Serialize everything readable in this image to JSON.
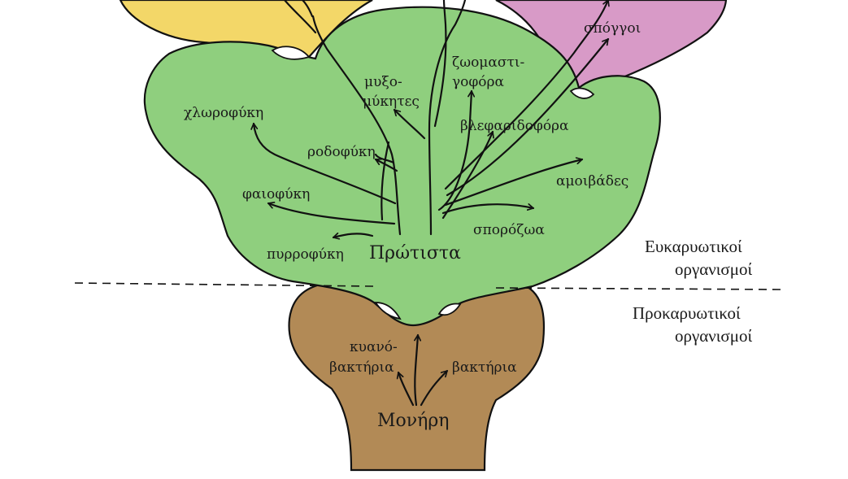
{
  "colors": {
    "prokaryote_region": "#b28a56",
    "protist_region": "#8fcf7e",
    "yellow_region": "#f3d768",
    "pink_region": "#d89ac7",
    "outline": "#111111"
  },
  "labels": {
    "monera": "Μονήρη",
    "cyanobacteria_line1": "κυανό-",
    "cyanobacteria_line2": "βακτήρια",
    "bacteria": "βακτήρια",
    "protista": "Πρώτιστα",
    "pyrrophyta": "πυρροφύκη",
    "phaeophyta": "φαιοφύκη",
    "rhodophyta": "ροδοφύκη",
    "chlorophyta": "χλωροφύκη",
    "myxomycetes_line1": "μυξο-",
    "myxomycetes_line2": "μύκητες",
    "zoomastigophora_line1": "ζωομαστι-",
    "zoomastigophora_line2": "γοφόρα",
    "ciliophora": "βλεφαριδοφόρα",
    "amoebae": "αμοιβάδες",
    "sporozoa": "σπορόζωα",
    "sponges": "σπόγγοι"
  },
  "side_labels": {
    "eukaryotes_line1": "Ευκαρυωτικοί",
    "eukaryotes_line2": "οργανισμοί",
    "prokaryotes_line1": "Προκαρυωτικοί",
    "prokaryotes_line2": "οργανισμοί"
  }
}
